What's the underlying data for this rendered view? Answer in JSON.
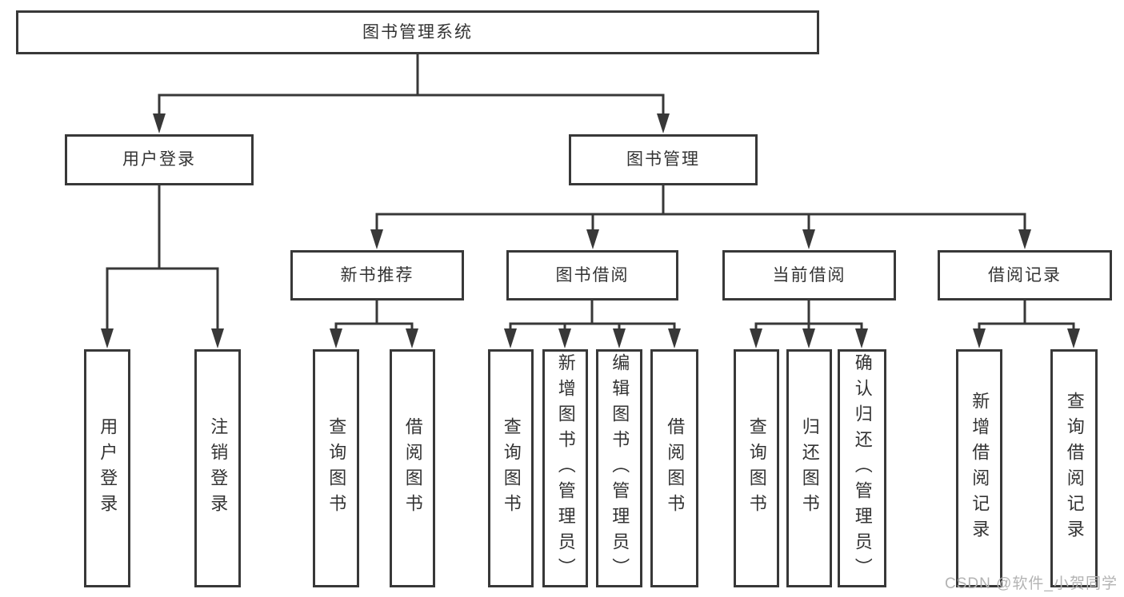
{
  "tree": {
    "label": "图书管理系统",
    "children": [
      {
        "label": "用户登录",
        "children": [
          {
            "label": "用户登录"
          },
          {
            "label": "注销登录"
          }
        ]
      },
      {
        "label": "图书管理",
        "children": [
          {
            "label": "新书推荐",
            "children": [
              {
                "label": "查询图书"
              },
              {
                "label": "借阅图书"
              }
            ]
          },
          {
            "label": "图书借阅",
            "children": [
              {
                "label": "查询图书"
              },
              {
                "label": "新增图书（管理员）"
              },
              {
                "label": "编辑图书（管理员）"
              },
              {
                "label": "借阅图书"
              }
            ]
          },
          {
            "label": "当前借阅",
            "children": [
              {
                "label": "查询图书"
              },
              {
                "label": "归还图书"
              },
              {
                "label": "确认归还（管理员）"
              }
            ]
          },
          {
            "label": "借阅记录",
            "children": [
              {
                "label": "新增借阅记录"
              },
              {
                "label": "查询借阅记录"
              }
            ]
          }
        ]
      }
    ]
  },
  "watermark": "CSDN @软件_小贺同学",
  "colors": {
    "line": "#383838",
    "text": "#333333",
    "watermark": "#b3b3b3",
    "background": "#ffffff"
  }
}
